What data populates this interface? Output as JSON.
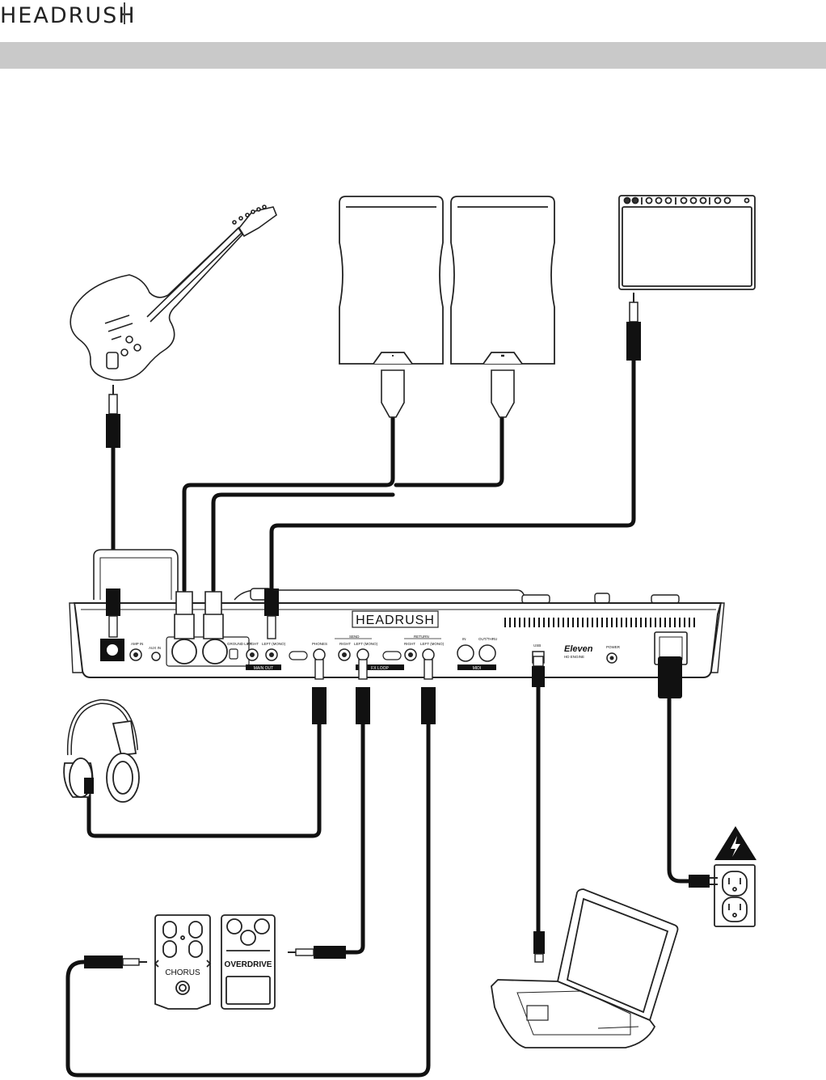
{
  "header": {
    "logo_text": "HEADRUSH",
    "section_title": ""
  },
  "colors": {
    "cable": "#111111",
    "section_bar": "#c9c9c9",
    "outline": "#222222"
  },
  "icons": [
    "guitar-icon",
    "speaker-icon",
    "amplifier-icon",
    "headphones-icon",
    "pedal-icon",
    "laptop-icon",
    "power-outlet-icon",
    "warning-icon"
  ],
  "device": {
    "brand": "HEADRUSH",
    "labels": {
      "amp_in": "AMP IN",
      "aux_in": "AUX IN",
      "ground_lift": "GROUND LIFT",
      "right": "RIGHT",
      "left_mono": "LEFT (MONO)",
      "send": "SEND",
      "return": "RETURN",
      "fx_loop": "FX LOOP",
      "phones": "PHONES",
      "main_out": "MAIN OUT",
      "midi": "MIDI",
      "midi_in": "IN",
      "midi_out_thru": "OUT/THRU",
      "usb": "USB",
      "power": "POWER",
      "eleven": "Eleven",
      "eleven_sub": "HD ENGINE"
    }
  },
  "pedals": {
    "chorus_label": "CHORUS",
    "overdrive_label": "OVERDRIVE"
  }
}
